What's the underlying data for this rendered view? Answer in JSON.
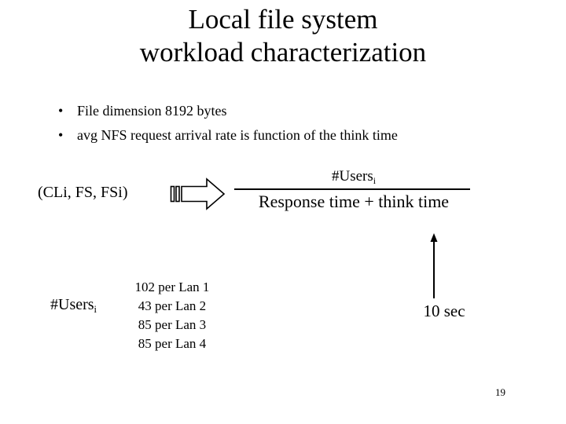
{
  "slide": {
    "title_lines": [
      "Local file system",
      "workload characterization"
    ],
    "bullet_marker": "•",
    "bullets": [
      "File dimension 8192 bytes",
      "avg NFS request arrival rate is function of the think time"
    ],
    "cli_label": "(CLi, FS, FSi)",
    "formula": {
      "numerator_text": "#Users",
      "numerator_subscript": "i",
      "denominator": "Response time + think time"
    },
    "arrow_right": "block-arrow-striped-right",
    "arrow_up": "arrow-up",
    "think_time_value": "10 sec",
    "users_label_text": "#Users",
    "users_label_subscript": "i",
    "lan_rows": [
      "102 per Lan 1",
      "43 per Lan 2",
      "85 per Lan 3",
      "85 per Lan 4"
    ],
    "page_number": "19",
    "colors": {
      "background": "#ffffff",
      "text": "#000000",
      "stroke": "#000000"
    }
  }
}
